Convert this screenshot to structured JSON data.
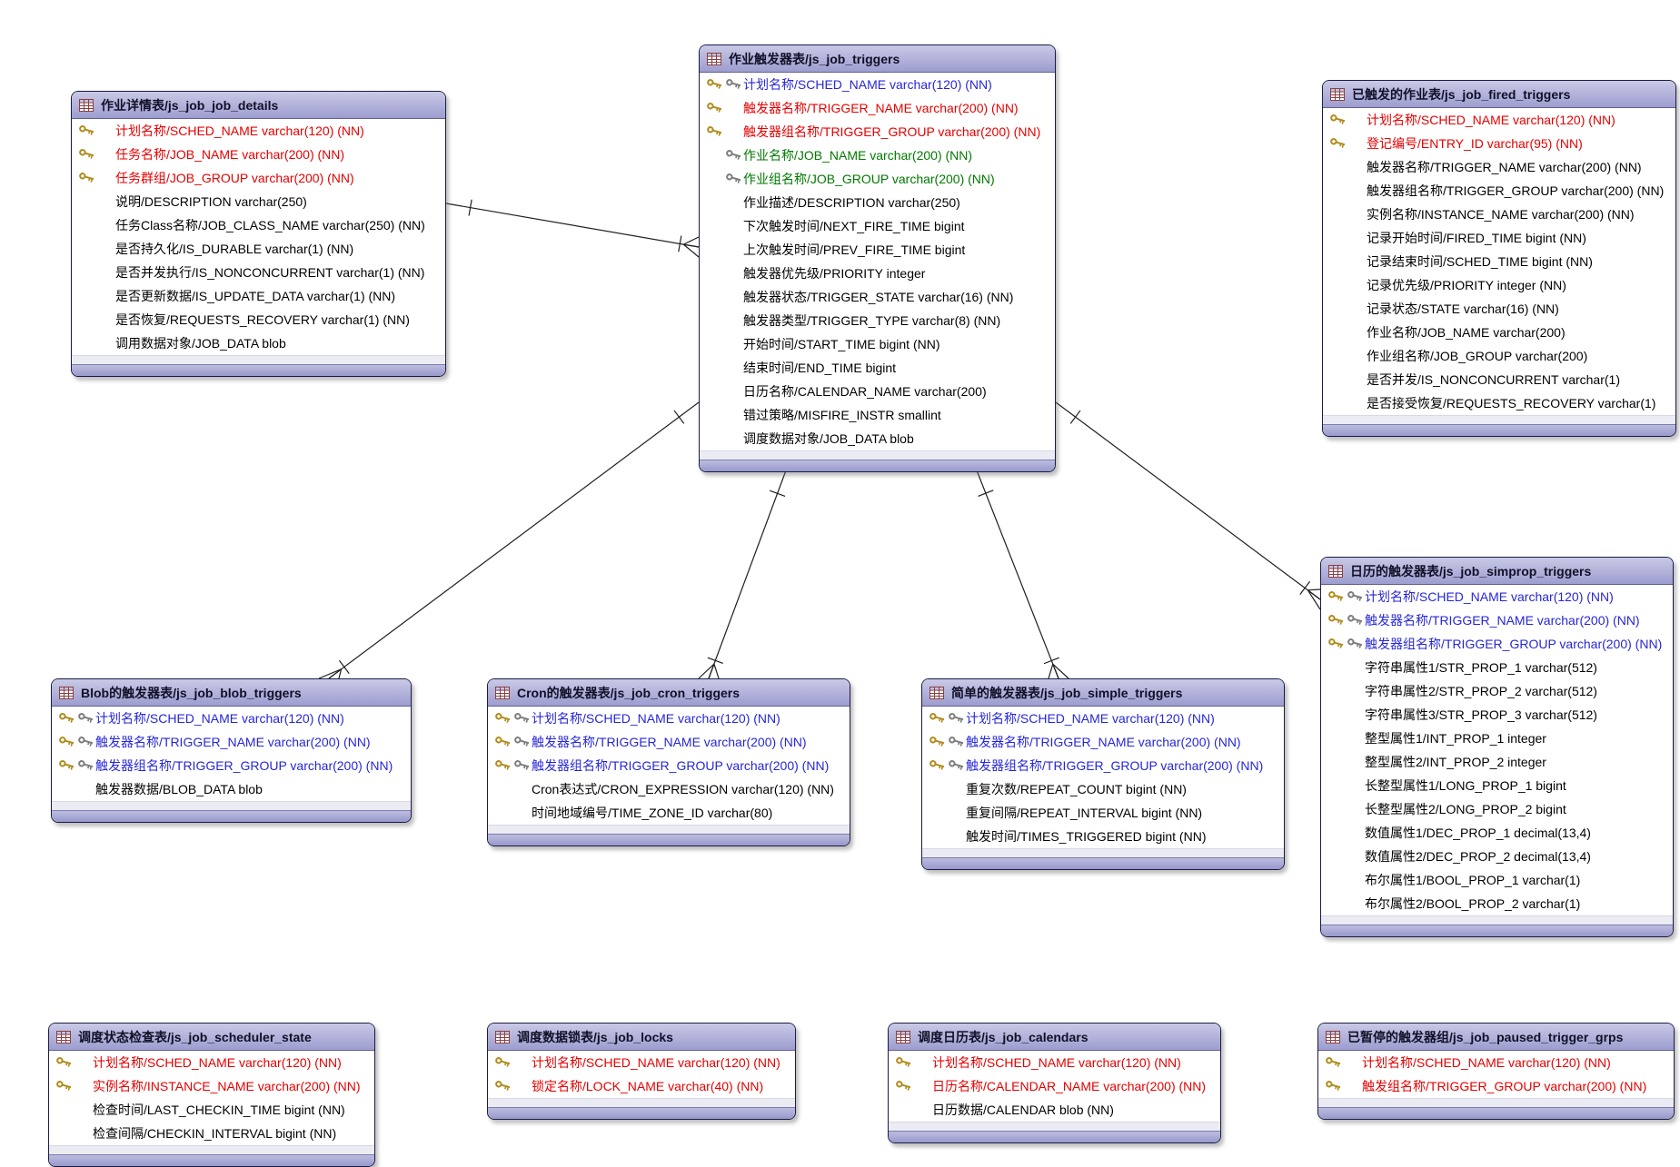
{
  "diagram": {
    "tables": [
      {
        "id": "job_details",
        "title": "作业详情表/js_job_job_details",
        "fields": [
          {
            "label": "计划名称/SCHED_NAME varchar(120) (NN)",
            "key": "pk"
          },
          {
            "label": "任务名称/JOB_NAME varchar(200) (NN)",
            "key": "pk"
          },
          {
            "label": "任务群组/JOB_GROUP varchar(200) (NN)",
            "key": "pk"
          },
          {
            "label": "说明/DESCRIPTION varchar(250)",
            "key": ""
          },
          {
            "label": "任务Class名称/JOB_CLASS_NAME varchar(250) (NN)",
            "key": ""
          },
          {
            "label": "是否持久化/IS_DURABLE varchar(1) (NN)",
            "key": ""
          },
          {
            "label": "是否并发执行/IS_NONCONCURRENT varchar(1) (NN)",
            "key": ""
          },
          {
            "label": "是否更新数据/IS_UPDATE_DATA varchar(1) (NN)",
            "key": ""
          },
          {
            "label": "是否恢复/REQUESTS_RECOVERY varchar(1) (NN)",
            "key": ""
          },
          {
            "label": "调用数据对象/JOB_DATA blob",
            "key": ""
          }
        ]
      },
      {
        "id": "triggers",
        "title": "作业触发器表/js_job_triggers",
        "fields": [
          {
            "label": "计划名称/SCHED_NAME varchar(120) (NN)",
            "key": "pkfk"
          },
          {
            "label": "触发器名称/TRIGGER_NAME varchar(200) (NN)",
            "key": "pk"
          },
          {
            "label": "触发器组名称/TRIGGER_GROUP varchar(200) (NN)",
            "key": "pk"
          },
          {
            "label": "作业名称/JOB_NAME varchar(200) (NN)",
            "key": "fk"
          },
          {
            "label": "作业组名称/JOB_GROUP varchar(200) (NN)",
            "key": "fk"
          },
          {
            "label": "作业描述/DESCRIPTION varchar(250)",
            "key": ""
          },
          {
            "label": "下次触发时间/NEXT_FIRE_TIME bigint",
            "key": ""
          },
          {
            "label": "上次触发时间/PREV_FIRE_TIME bigint",
            "key": ""
          },
          {
            "label": "触发器优先级/PRIORITY integer",
            "key": ""
          },
          {
            "label": "触发器状态/TRIGGER_STATE varchar(16) (NN)",
            "key": ""
          },
          {
            "label": "触发器类型/TRIGGER_TYPE varchar(8) (NN)",
            "key": ""
          },
          {
            "label": "开始时间/START_TIME bigint (NN)",
            "key": ""
          },
          {
            "label": "结束时间/END_TIME bigint",
            "key": ""
          },
          {
            "label": "日历名称/CALENDAR_NAME varchar(200)",
            "key": ""
          },
          {
            "label": "错过策略/MISFIRE_INSTR smallint",
            "key": ""
          },
          {
            "label": "调度数据对象/JOB_DATA blob",
            "key": ""
          }
        ]
      },
      {
        "id": "fired_triggers",
        "title": "已触发的作业表/js_job_fired_triggers",
        "fields": [
          {
            "label": "计划名称/SCHED_NAME varchar(120) (NN)",
            "key": "pk"
          },
          {
            "label": "登记编号/ENTRY_ID varchar(95) (NN)",
            "key": "pk"
          },
          {
            "label": "触发器名称/TRIGGER_NAME varchar(200) (NN)",
            "key": ""
          },
          {
            "label": "触发器组名称/TRIGGER_GROUP varchar(200) (NN)",
            "key": ""
          },
          {
            "label": "实例名称/INSTANCE_NAME varchar(200) (NN)",
            "key": ""
          },
          {
            "label": "记录开始时间/FIRED_TIME bigint (NN)",
            "key": ""
          },
          {
            "label": "记录结束时间/SCHED_TIME bigint (NN)",
            "key": ""
          },
          {
            "label": "记录优先级/PRIORITY integer (NN)",
            "key": ""
          },
          {
            "label": "记录状态/STATE varchar(16) (NN)",
            "key": ""
          },
          {
            "label": "作业名称/JOB_NAME varchar(200)",
            "key": ""
          },
          {
            "label": "作业组名称/JOB_GROUP varchar(200)",
            "key": ""
          },
          {
            "label": "是否并发/IS_NONCONCURRENT varchar(1)",
            "key": ""
          },
          {
            "label": "是否接受恢复/REQUESTS_RECOVERY varchar(1)",
            "key": ""
          }
        ]
      },
      {
        "id": "blob_triggers",
        "title": "Blob的触发器表/js_job_blob_triggers",
        "fields": [
          {
            "label": "计划名称/SCHED_NAME varchar(120) (NN)",
            "key": "pkfk"
          },
          {
            "label": "触发器名称/TRIGGER_NAME varchar(200) (NN)",
            "key": "pkfk"
          },
          {
            "label": "触发器组名称/TRIGGER_GROUP varchar(200) (NN)",
            "key": "pkfk"
          },
          {
            "label": "触发器数据/BLOB_DATA blob",
            "key": ""
          }
        ]
      },
      {
        "id": "cron_triggers",
        "title": "Cron的触发器表/js_job_cron_triggers",
        "fields": [
          {
            "label": "计划名称/SCHED_NAME varchar(120) (NN)",
            "key": "pkfk"
          },
          {
            "label": "触发器名称/TRIGGER_NAME varchar(200) (NN)",
            "key": "pkfk"
          },
          {
            "label": "触发器组名称/TRIGGER_GROUP varchar(200) (NN)",
            "key": "pkfk"
          },
          {
            "label": "Cron表达式/CRON_EXPRESSION varchar(120) (NN)",
            "key": ""
          },
          {
            "label": "时间地域编号/TIME_ZONE_ID varchar(80)",
            "key": ""
          }
        ]
      },
      {
        "id": "simple_triggers",
        "title": "简单的触发器表/js_job_simple_triggers",
        "fields": [
          {
            "label": "计划名称/SCHED_NAME varchar(120) (NN)",
            "key": "pkfk"
          },
          {
            "label": "触发器名称/TRIGGER_NAME varchar(200) (NN)",
            "key": "pkfk"
          },
          {
            "label": "触发器组名称/TRIGGER_GROUP varchar(200) (NN)",
            "key": "pkfk"
          },
          {
            "label": "重复次数/REPEAT_COUNT bigint (NN)",
            "key": ""
          },
          {
            "label": "重复间隔/REPEAT_INTERVAL bigint (NN)",
            "key": ""
          },
          {
            "label": "触发时间/TIMES_TRIGGERED bigint (NN)",
            "key": ""
          }
        ]
      },
      {
        "id": "simprop_triggers",
        "title": "日历的触发器表/js_job_simprop_triggers",
        "fields": [
          {
            "label": "计划名称/SCHED_NAME varchar(120) (NN)",
            "key": "pkfk"
          },
          {
            "label": "触发器名称/TRIGGER_NAME varchar(200) (NN)",
            "key": "pkfk"
          },
          {
            "label": "触发器组名称/TRIGGER_GROUP varchar(200) (NN)",
            "key": "pkfk"
          },
          {
            "label": "字符串属性1/STR_PROP_1 varchar(512)",
            "key": ""
          },
          {
            "label": "字符串属性2/STR_PROP_2 varchar(512)",
            "key": ""
          },
          {
            "label": "字符串属性3/STR_PROP_3 varchar(512)",
            "key": ""
          },
          {
            "label": "整型属性1/INT_PROP_1 integer",
            "key": ""
          },
          {
            "label": "整型属性2/INT_PROP_2 integer",
            "key": ""
          },
          {
            "label": "长整型属性1/LONG_PROP_1 bigint",
            "key": ""
          },
          {
            "label": "长整型属性2/LONG_PROP_2 bigint",
            "key": ""
          },
          {
            "label": "数值属性1/DEC_PROP_1 decimal(13,4)",
            "key": ""
          },
          {
            "label": "数值属性2/DEC_PROP_2 decimal(13,4)",
            "key": ""
          },
          {
            "label": "布尔属性1/BOOL_PROP_1 varchar(1)",
            "key": ""
          },
          {
            "label": "布尔属性2/BOOL_PROP_2 varchar(1)",
            "key": ""
          }
        ]
      },
      {
        "id": "scheduler_state",
        "title": "调度状态检查表/js_job_scheduler_state",
        "fields": [
          {
            "label": "计划名称/SCHED_NAME varchar(120) (NN)",
            "key": "pk"
          },
          {
            "label": "实例名称/INSTANCE_NAME varchar(200) (NN)",
            "key": "pk"
          },
          {
            "label": "检查时间/LAST_CHECKIN_TIME bigint (NN)",
            "key": ""
          },
          {
            "label": "检查间隔/CHECKIN_INTERVAL bigint (NN)",
            "key": ""
          }
        ]
      },
      {
        "id": "locks",
        "title": "调度数据锁表/js_job_locks",
        "fields": [
          {
            "label": "计划名称/SCHED_NAME varchar(120) (NN)",
            "key": "pk"
          },
          {
            "label": "锁定名称/LOCK_NAME varchar(40) (NN)",
            "key": "pk"
          }
        ]
      },
      {
        "id": "calendars",
        "title": "调度日历表/js_job_calendars",
        "fields": [
          {
            "label": "计划名称/SCHED_NAME varchar(120) (NN)",
            "key": "pk"
          },
          {
            "label": "日历名称/CALENDAR_NAME varchar(200) (NN)",
            "key": "pk"
          },
          {
            "label": "日历数据/CALENDAR blob (NN)",
            "key": ""
          }
        ]
      },
      {
        "id": "paused_trigger_grps",
        "title": "已暂停的触发器组/js_job_paused_trigger_grps",
        "fields": [
          {
            "label": "计划名称/SCHED_NAME varchar(120) (NN)",
            "key": "pk"
          },
          {
            "label": "触发组名称/TRIGGER_GROUP varchar(200) (NN)",
            "key": "pk"
          }
        ]
      }
    ],
    "relations": [
      {
        "from": "job_details",
        "to": "triggers",
        "from_cardinality": "one",
        "to_cardinality": "many"
      },
      {
        "from": "triggers",
        "to": "blob_triggers",
        "from_cardinality": "one",
        "to_cardinality": "many"
      },
      {
        "from": "triggers",
        "to": "cron_triggers",
        "from_cardinality": "one",
        "to_cardinality": "many"
      },
      {
        "from": "triggers",
        "to": "simple_triggers",
        "from_cardinality": "one",
        "to_cardinality": "many"
      },
      {
        "from": "triggers",
        "to": "simprop_triggers",
        "from_cardinality": "one",
        "to_cardinality": "many"
      }
    ],
    "colors": {
      "primary_key_text": "#e60000",
      "primary_foreign_key_text": "#2626d9",
      "foreign_key_text": "#007a00",
      "header_fill": "#a8a8d6",
      "gold_key": "#b08c1e",
      "gray_key": "#7d7d7d"
    }
  }
}
